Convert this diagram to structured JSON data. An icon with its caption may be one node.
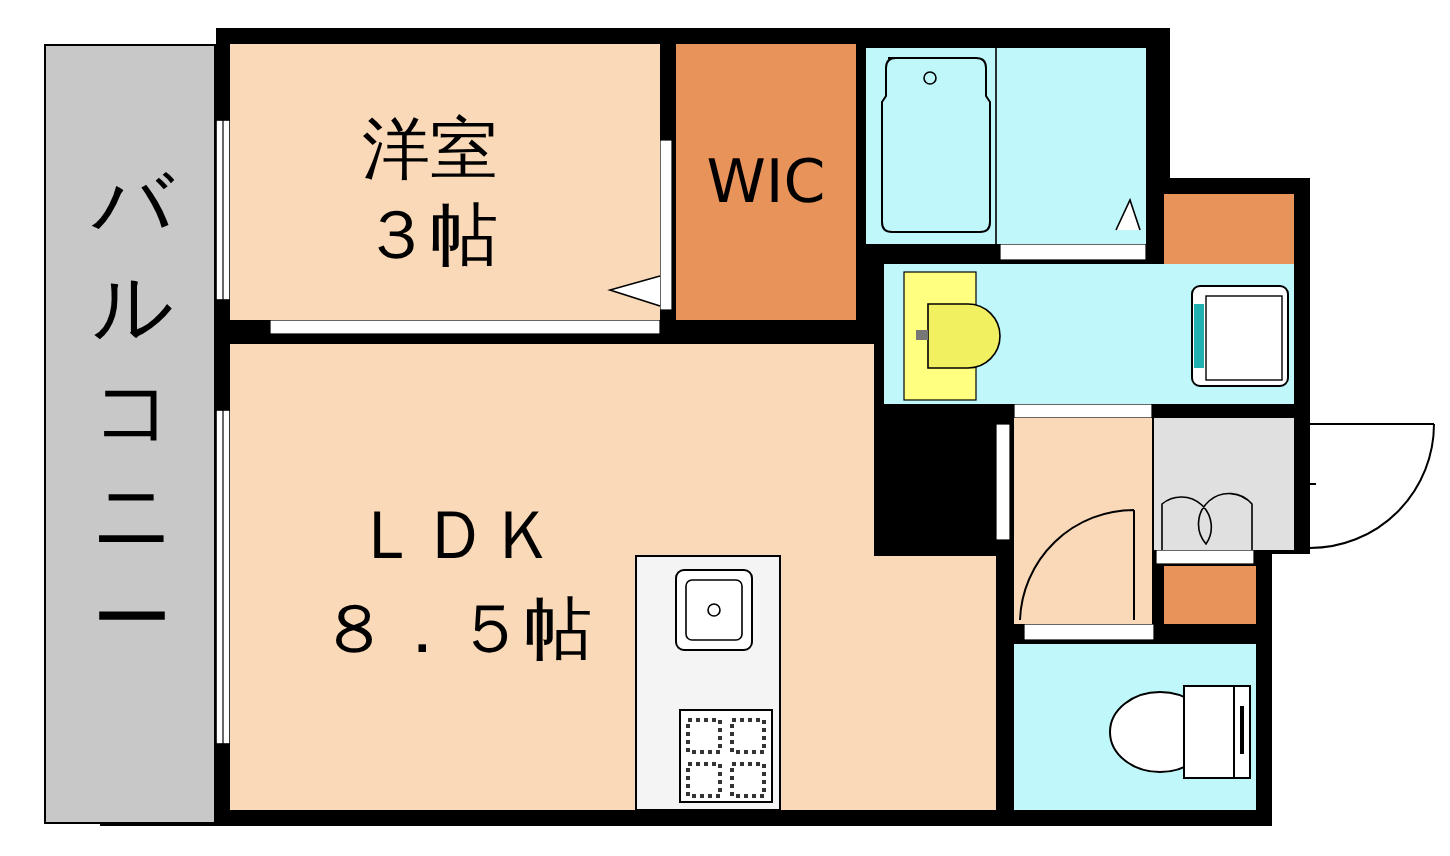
{
  "diagram": {
    "nodes": [
      {
        "text": [
          "バルコニー"
        ]
      },
      {
        "text": [
          "洋室",
          "３帖"
        ]
      },
      {
        "text": [
          "WIC"
        ]
      },
      {
        "text": [],
        "shape": "box"
      },
      {
        "text": [],
        "shape": "box"
      },
      {
        "text": [],
        "shape": "box"
      },
      {
        "text": [
          "ＬＤＫ",
          "８．５帖"
        ]
      },
      {
        "text": [],
        "shape": "box"
      },
      {
        "text": [],
        "shape": "box"
      },
      {
        "text": [],
        "shape": "box"
      },
      {
        "text": [],
        "shape": "box"
      }
    ],
    "edges": []
  }
}
